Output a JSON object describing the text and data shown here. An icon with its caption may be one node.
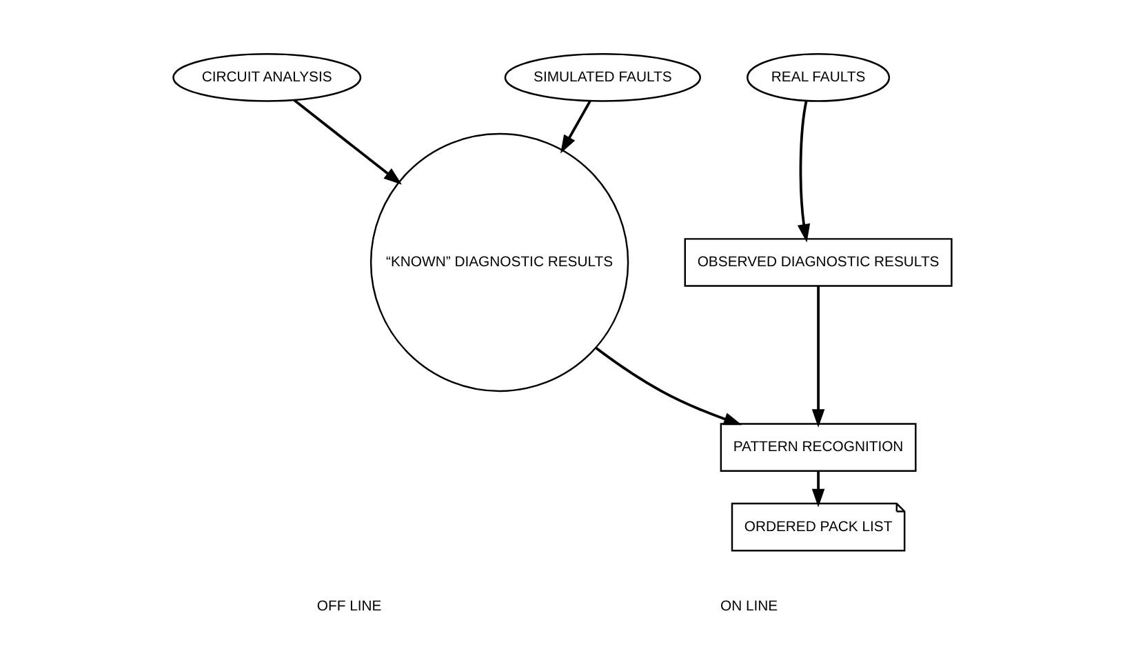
{
  "diagram": {
    "nodes": [
      {
        "text": [
          "REAL FAULTS"
        ]
      },
      {
        "text": [
          "OBSERVED DIAGNOSTIC RESULTS"
        ]
      },
      {
        "text": [
          "SIMULATED FAULTS"
        ]
      },
      {
        "text": [
          "“KNOWN” DIAGNOSTIC RESULTS"
        ]
      },
      {
        "text": [
          "PATTERN RECOGNITION"
        ]
      },
      {
        "text": [
          "CIRCUIT ANALYSIS"
        ]
      },
      {
        "text": [
          "ORDERED PACK LIST"
        ]
      }
    ],
    "edges": [
      {
        "from": 0,
        "to": 1,
        "arrow": "to"
      },
      {
        "from": 1,
        "to": 4,
        "arrow": "to"
      },
      {
        "from": 2,
        "to": 3,
        "arrow": "to"
      },
      {
        "from": 5,
        "to": 3,
        "arrow": "to"
      },
      {
        "from": 3,
        "to": 4,
        "arrow": "to"
      },
      {
        "from": 4,
        "to": 6,
        "arrow": "to"
      }
    ],
    "labels": [
      "OFF LINE",
      "ON LINE"
    ]
  }
}
